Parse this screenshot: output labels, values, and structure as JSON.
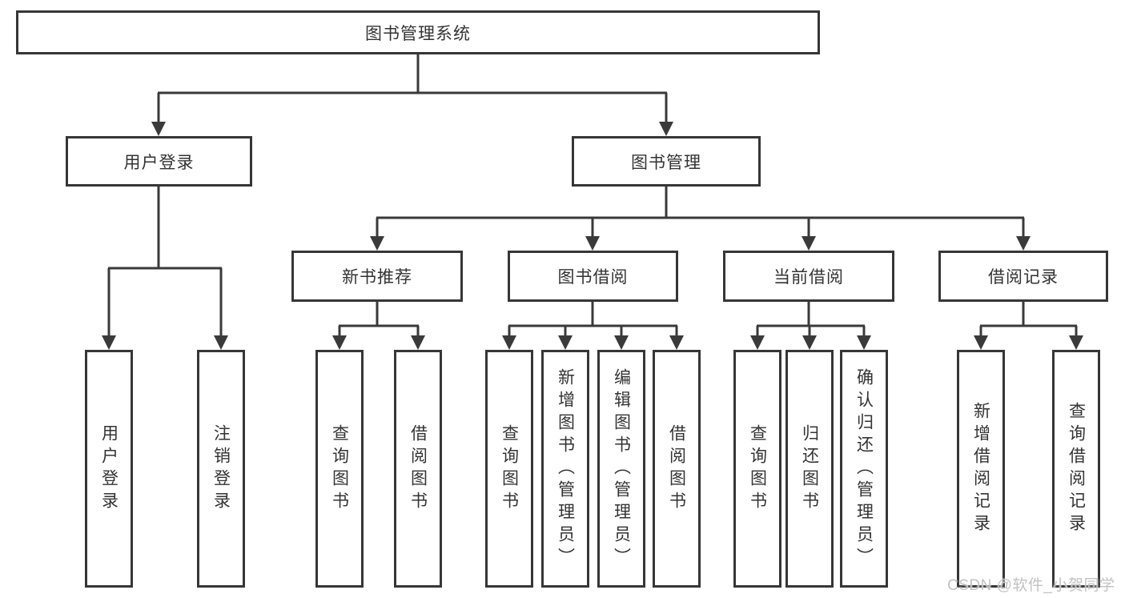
{
  "diagram": {
    "type": "hierarchy-tree",
    "root": "图书管理系统",
    "level2": [
      "用户登录",
      "图书管理"
    ],
    "level3": [
      "新书推荐",
      "图书借阅",
      "当前借阅",
      "借阅记录"
    ],
    "leaves": {
      "user_login": [
        "用户登录",
        "注销登录"
      ],
      "new_book_recommend": [
        "查询图书",
        "借阅图书"
      ],
      "book_borrow": [
        "查询图书",
        "新增图书（管理员）",
        "编辑图书（管理员）",
        "借阅图书"
      ],
      "current_borrow": [
        "查询图书",
        "归还图书",
        "确认归还（管理员）"
      ],
      "borrow_records": [
        "新增借阅记录",
        "查询借阅记录"
      ]
    }
  },
  "watermark": "CSDN @软件_小贺同学",
  "colors": {
    "line": "#3a3a3a",
    "box_border": "#363636",
    "box_fill": "#ffffff",
    "text": "#333333",
    "watermark": "#c2c2c2",
    "background": "#ffffff"
  }
}
